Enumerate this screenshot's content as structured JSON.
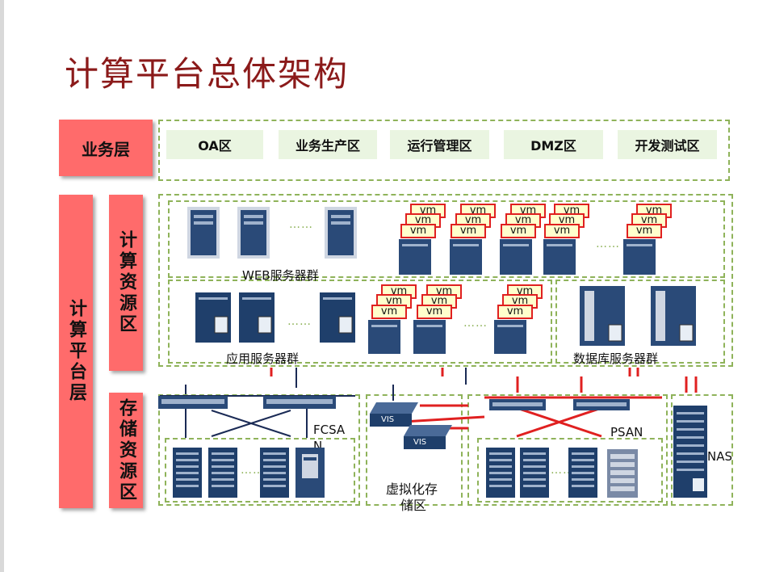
{
  "title": "计算平台总体架构",
  "layers": {
    "business": "业务层",
    "platform": "计算平台层",
    "compute": "计算资源区",
    "storage": "存储资源区"
  },
  "zones": [
    "OA区",
    "业务生产区",
    "运行管理区",
    "DMZ区",
    "开发测试区"
  ],
  "labels": {
    "web": "WEB服务器群",
    "app": "应用服务器群",
    "db": "数据库服务器群",
    "fcsan": "FCSA",
    "fcsan2": "N",
    "virt1": "虚拟化存",
    "virt2": "储区",
    "psan": "PSAN",
    "nas": "NAS",
    "vm": "vm",
    "vis": "VIS",
    "dots": "……"
  },
  "colors": {
    "layer_red": "#ff6b6b",
    "title_red": "#8b1a1a",
    "dash_green": "#8fb35a",
    "zone_green": "#eaf5e1",
    "server_blue": "#1f3f6b",
    "line_red": "#e02020",
    "line_navy": "#1a2a55"
  }
}
